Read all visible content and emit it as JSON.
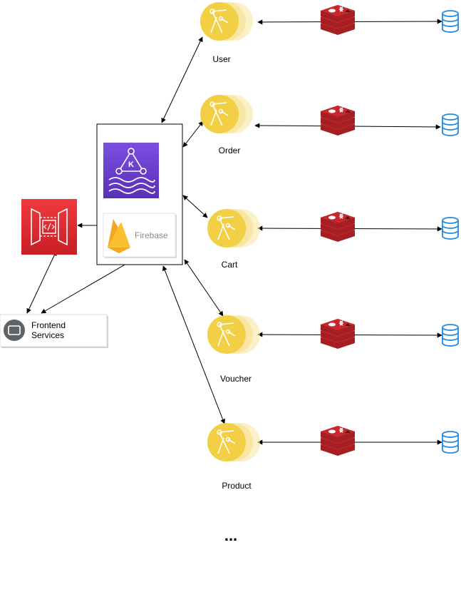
{
  "services": [
    {
      "id": "user",
      "label": "User"
    },
    {
      "id": "order",
      "label": "Order"
    },
    {
      "id": "cart",
      "label": "Cart"
    },
    {
      "id": "voucher",
      "label": "Voucher"
    },
    {
      "id": "product",
      "label": "Product"
    }
  ],
  "hub": {
    "kafka_letter": "K",
    "firebase_label": "Firebase"
  },
  "frontend": {
    "line1": "Frontend",
    "line2": "Services"
  },
  "ellipsis": "...",
  "colors": {
    "service_yellow": "#f2cf45",
    "service_ring": "#f7e49a",
    "redis_red": "#c8282d",
    "redis_dark": "#a41e22",
    "db_blue": "#1e88e5",
    "kafka_purple": "#6b3fd0",
    "gateway_red": "#e0282d",
    "firebase_orange": "#f5a623"
  },
  "icons": {
    "service": "lambda-service-icon",
    "cache": "redis-icon",
    "database": "database-icon",
    "stream": "kafka-stream-icon",
    "gateway": "api-gateway-icon",
    "auth": "firebase-icon",
    "client": "browser-window-icon"
  }
}
